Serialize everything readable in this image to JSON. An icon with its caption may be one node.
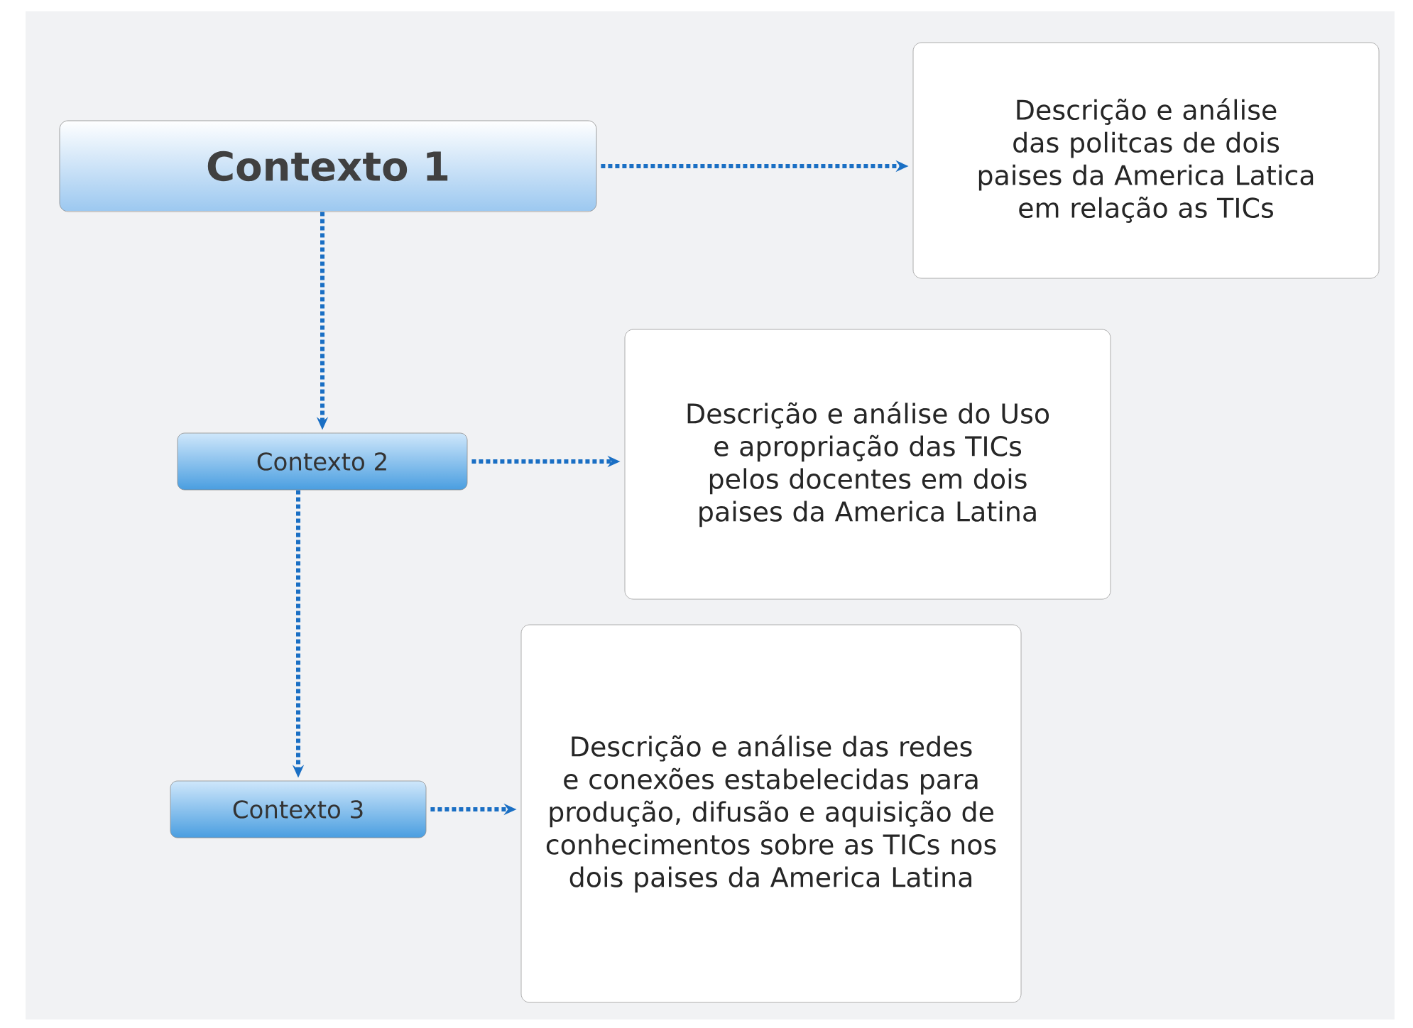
{
  "diagram": {
    "nodes": [
      {
        "text": [
          "Contexto 1"
        ]
      },
      {
        "text": [
          "Descrição e análise das politcas de dois paises da America Latica em relação as TICs"
        ]
      },
      {
        "text": [
          "Contexto 2"
        ]
      },
      {
        "text": [
          "Descrição e análise do Uso e apropriação das TICs pelos docentes em dois paises da America Latina"
        ]
      },
      {
        "text": [
          "Contexto 3"
        ]
      },
      {
        "text": [
          "Descrição e análise das redes e conexões estabelecidas para produção, difusão e aquisição de conhecimentos sobre as TICs nos dois paises da America Latina"
        ]
      }
    ],
    "edges": [
      {
        "from": 0,
        "to": 1,
        "arrow": "to"
      },
      {
        "from": 0,
        "to": 2,
        "arrow": "to"
      },
      {
        "from": 2,
        "to": 3,
        "arrow": "to"
      },
      {
        "from": 2,
        "to": 4,
        "arrow": "to"
      },
      {
        "from": 4,
        "to": 5,
        "arrow": "to"
      }
    ]
  }
}
